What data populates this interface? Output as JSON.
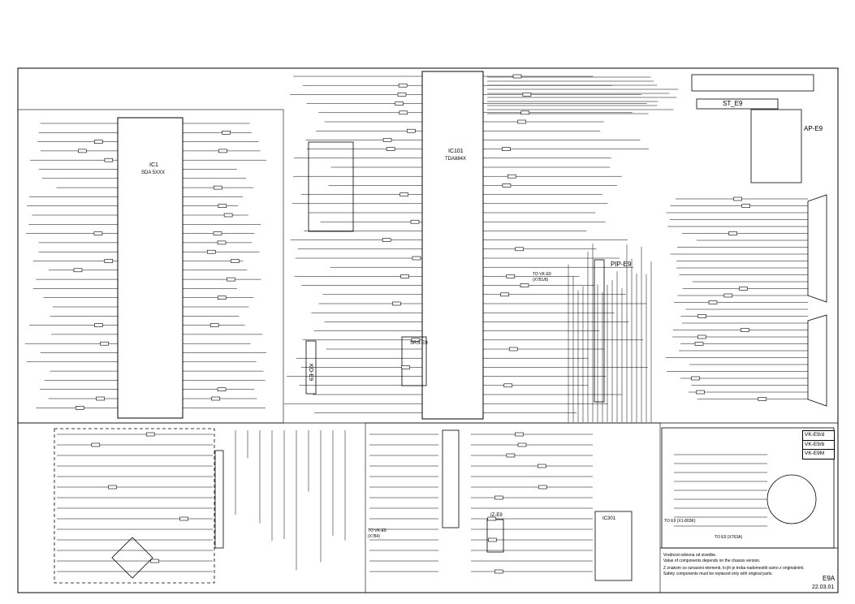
{
  "chassis_labels": {
    "ic1_ref": "IC1",
    "ic1_part": "SDA 5XXX",
    "ic101_ref": "IC101",
    "ic101_part": "TDA884X",
    "st_e9": "ST_E9",
    "ap_e9": "AP-E9",
    "pip_e9": "PIP-E9",
    "ko_e9": "KO-E9",
    "srs_e9": "SRS-E9",
    "iz_e9": "IZ-E9",
    "ic_bottom": "IC301",
    "to_vk_e9_top": "TO VK-E9",
    "to_vk_e9_top_sub": "(X781/8)",
    "to_vk_e9_bottom": "TO VK-E9",
    "to_vk_e9_bottom_sub": "(X784)",
    "to_e9_left": "TO E9 (X1-803K)",
    "to_e9_right": "TO E9 (X763A)"
  },
  "variant_box": {
    "items": [
      "VK-E9/d",
      "VK-E9/b",
      "VK-E9M"
    ]
  },
  "notes": {
    "line1_cz": "Vrednost odvisna od izvedbe.",
    "line1_en": "Value of components depends on the chassis version.",
    "line2_cz": "Z znakom so oznaceni elementi, ki jih je treba nadomestiti samo z originalnimi.",
    "line2_en": "Safety components must be replaced only with original parts."
  },
  "footer": {
    "model": "E9A",
    "date": "22.03.01"
  },
  "colors": {
    "ink": "#000000",
    "paper": "#ffffff"
  }
}
